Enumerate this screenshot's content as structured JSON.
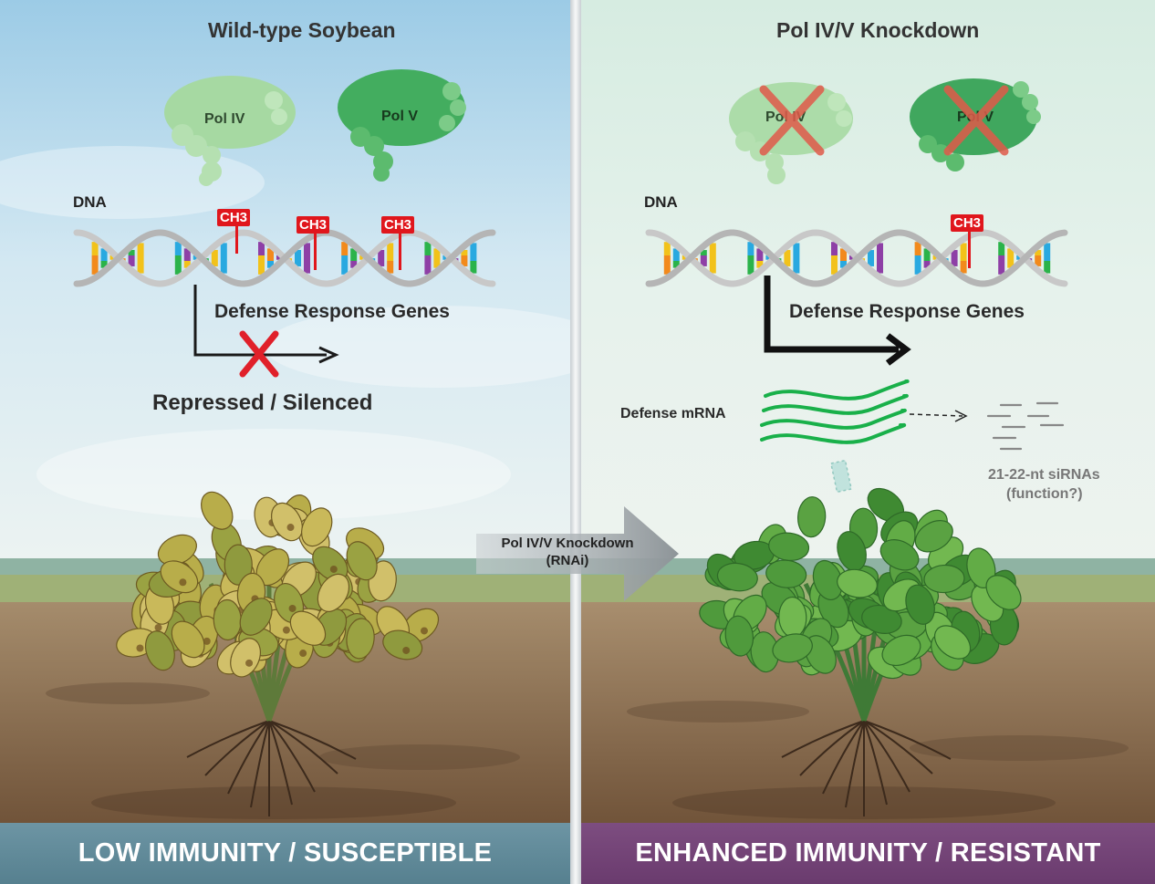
{
  "left_panel": {
    "title": "Wild-type Soybean",
    "pol_iv": "Pol IV",
    "pol_v": "Pol V",
    "dna_label": "DNA",
    "methyl_tags": [
      "CH3",
      "CH3",
      "CH3"
    ],
    "genes_label": "Defense Response Genes",
    "status_label": "Repressed / Silenced",
    "footer": "LOW IMMUNITY / SUSCEPTIBLE"
  },
  "right_panel": {
    "title": "Pol IV/V Knockdown",
    "pol_iv": "Pol IV",
    "pol_v": "Pol V",
    "dna_label": "DNA",
    "methyl_tags": [
      "CH3"
    ],
    "genes_label": "Defense Response Genes",
    "mrna_label": "Defense mRNA",
    "sirna_label_1": "21-22-nt siRNAs",
    "sirna_label_2": "(function?)",
    "footer": "ENHANCED IMMUNITY / RESISTANT"
  },
  "center_arrow": {
    "line1": "Pol IV/V Knockdown",
    "line2": "(RNAi)"
  },
  "colors": {
    "methyl_red": "#e0161c",
    "mrna_green": "#19b04a",
    "pol_light_green": "#8fce8c",
    "pol_dark_green": "#2f9f4f",
    "left_footer": "#5f8a99",
    "right_footer": "#733f76"
  }
}
